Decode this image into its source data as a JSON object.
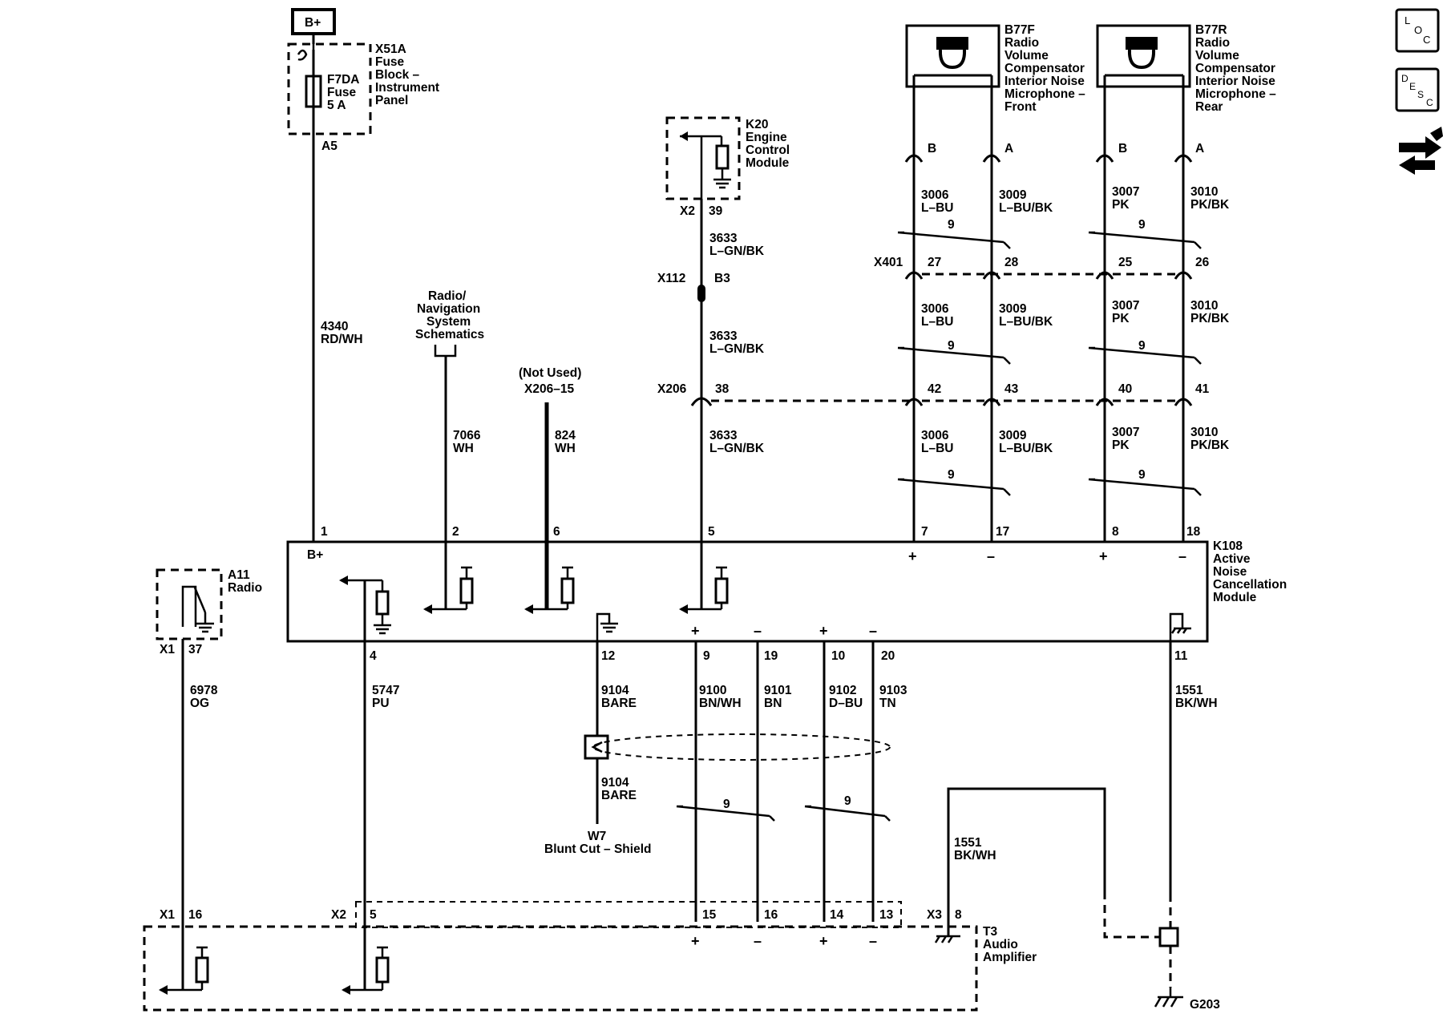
{
  "icons": {
    "loc": "loc-icon",
    "desc": "desc-icon",
    "connector": "connector-info-icon"
  },
  "icon_letters": {
    "loc": [
      "L",
      "O",
      "C"
    ],
    "desc": [
      "D",
      "E",
      "S",
      "C"
    ]
  },
  "power": {
    "label": "B+"
  },
  "fuse_block": {
    "ref": "X51A",
    "name": [
      "Fuse",
      "Block –",
      "Instrument",
      "Panel"
    ],
    "fuse_ref": "F7DA",
    "fuse_lines": [
      "Fuse",
      "5 A"
    ],
    "pin": "A5"
  },
  "wires": {
    "w4340": [
      "4340",
      "RD/WH"
    ],
    "w7066": [
      "7066",
      "WH"
    ],
    "w824": [
      "824",
      "WH"
    ],
    "w3633a": [
      "3633",
      "L–GN/BK"
    ],
    "w3633b": [
      "3633",
      "L–GN/BK"
    ],
    "w3633c": [
      "3633",
      "L–GN/BK"
    ],
    "w6978": [
      "6978",
      "OG"
    ],
    "w5747": [
      "5747",
      "PU"
    ],
    "w9104a": [
      "9104",
      "BARE"
    ],
    "w9104b": [
      "9104",
      "BARE"
    ],
    "w9100": [
      "9100",
      "BN/WH"
    ],
    "w9101": [
      "9101",
      "BN"
    ],
    "w9102": [
      "9102",
      "D–BU"
    ],
    "w9103": [
      "9103",
      "TN"
    ],
    "w1551a": [
      "1551",
      "BK/WH"
    ],
    "w1551b": [
      "1551",
      "BK/WH"
    ],
    "mic_rows": [
      [
        [
          "3006",
          "L–BU"
        ],
        [
          "3009",
          "L–BU/BK"
        ],
        [
          "3007",
          "PK"
        ],
        [
          "3010",
          "PK/BK"
        ]
      ],
      [
        [
          "3006",
          "L–BU"
        ],
        [
          "3009",
          "L–BU/BK"
        ],
        [
          "3007",
          "PK"
        ],
        [
          "3010",
          "PK/BK"
        ]
      ],
      [
        [
          "3006",
          "L–BU"
        ],
        [
          "3009",
          "L–BU/BK"
        ],
        [
          "3007",
          "PK"
        ],
        [
          "3010",
          "PK/BK"
        ]
      ]
    ]
  },
  "twist": "9",
  "refs": {
    "nav": [
      "Radio/",
      "Navigation",
      "System",
      "Schematics"
    ],
    "not_used": "(Not Used)",
    "x206_15": "X206–15"
  },
  "ecm": {
    "ref": "K20",
    "name": [
      "Engine",
      "Control",
      "Module"
    ],
    "conn": "X2",
    "pin": "39"
  },
  "inline": {
    "x112": {
      "ref": "X112",
      "pin": "B3"
    },
    "x206": {
      "ref": "X206",
      "pin": "38",
      "mic_pins": [
        "42",
        "43",
        "40",
        "41"
      ]
    },
    "x401": {
      "ref": "X401",
      "mic_pins": [
        "27",
        "28",
        "25",
        "26"
      ]
    }
  },
  "mics": {
    "front": {
      "ref": "B77F",
      "name": [
        "Radio",
        "Volume",
        "Compensator",
        "Interior Noise",
        "Microphone –",
        "Front"
      ],
      "pins": [
        "B",
        "A"
      ]
    },
    "rear": {
      "ref": "B77R",
      "name": [
        "Radio",
        "Volume",
        "Compensator",
        "Interior Noise",
        "Microphone –",
        "Rear"
      ],
      "pins": [
        "B",
        "A"
      ]
    }
  },
  "anc": {
    "ref": "K108",
    "name": [
      "Active",
      "Noise",
      "Cancellation",
      "Module"
    ],
    "bplus": "B+",
    "top_pins": [
      "1",
      "2",
      "6",
      "5",
      "7",
      "17",
      "8",
      "18"
    ],
    "bottom_pins": [
      "4",
      "12",
      "9",
      "19",
      "10",
      "20",
      "11"
    ],
    "top_signs": [
      "+",
      "–",
      "+",
      "–"
    ],
    "bottom_signs": [
      "+",
      "–",
      "+",
      "–"
    ]
  },
  "radio": {
    "ref": "A11",
    "name": "Radio",
    "conn": "X1",
    "pin": "37"
  },
  "shield": {
    "ref": "W7",
    "desc": "Blunt Cut – Shield"
  },
  "amp": {
    "ref": "T3",
    "name": [
      "Audio",
      "Amplifier"
    ],
    "x1": "X1",
    "x1_pin": "16",
    "x2": "X2",
    "x2_pin": "5",
    "pins": [
      "15",
      "16",
      "14",
      "13"
    ],
    "x3": "X3",
    "x3_pin": "8",
    "signs": [
      "+",
      "–",
      "+",
      "–"
    ]
  },
  "ground": {
    "ref": "G203"
  }
}
